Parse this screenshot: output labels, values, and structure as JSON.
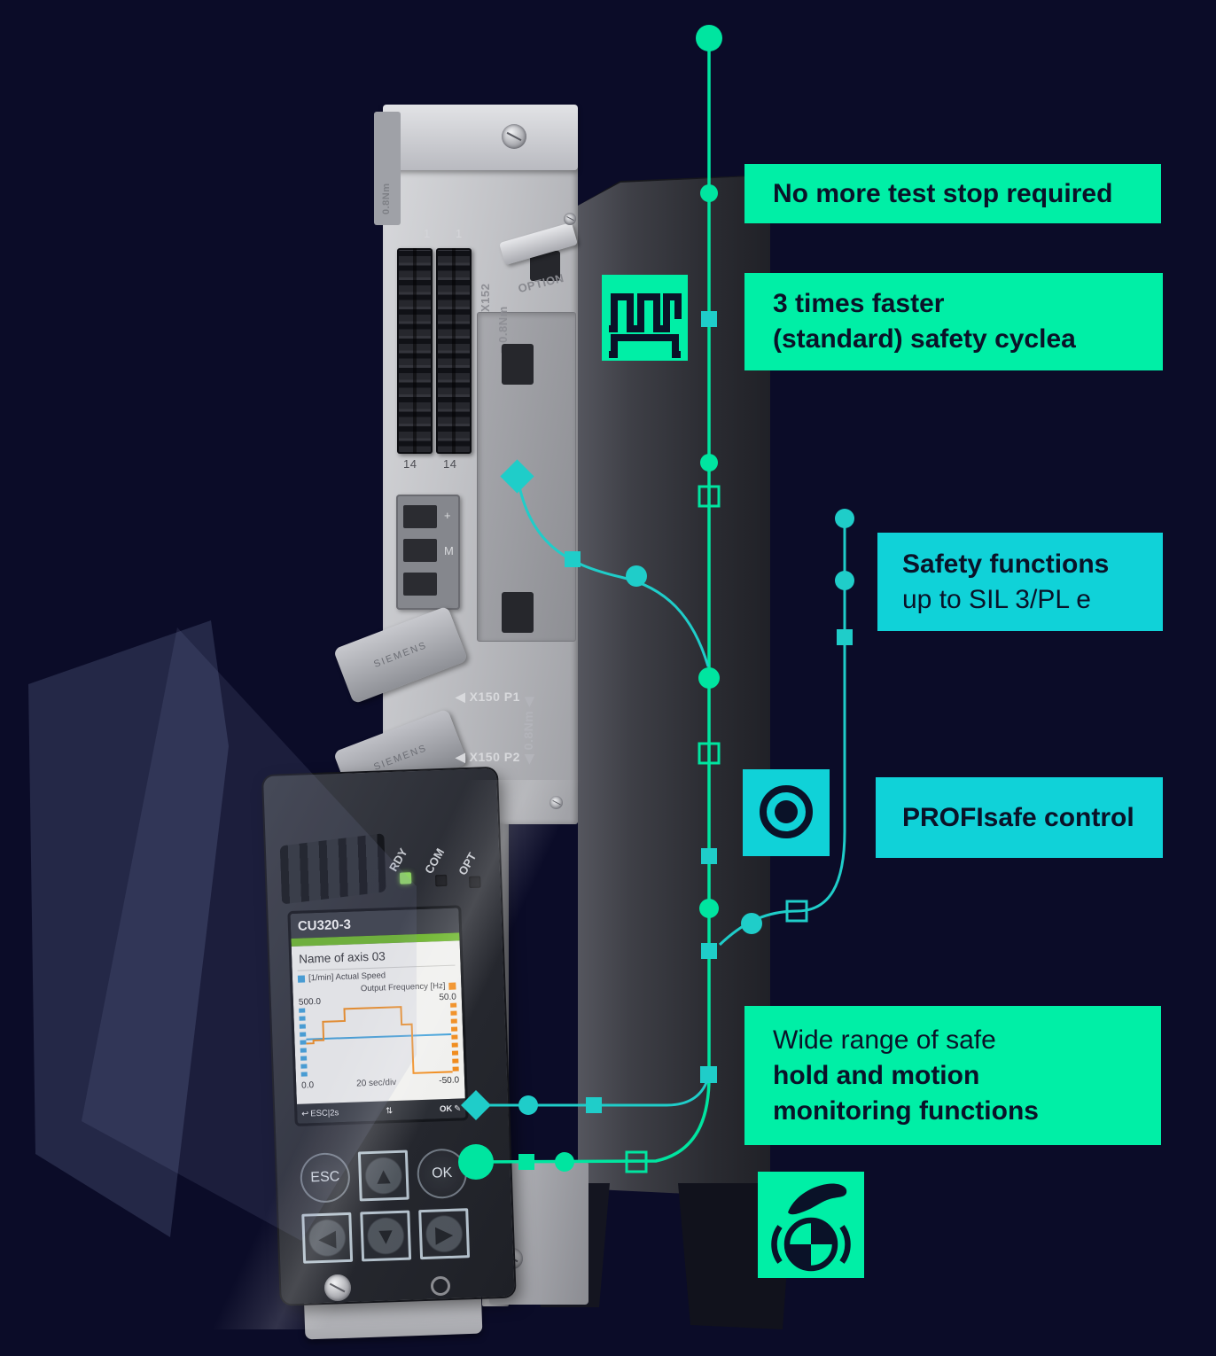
{
  "colors": {
    "mint": "#00efa6",
    "cyan": "#10d2d8",
    "line_mint": "#00e5a0",
    "line_cyan": "#1fcdc9",
    "callout_text": "#0a1228",
    "siemens_green": "#6cb52b",
    "series_blue": "#3f9fd8",
    "series_orange": "#f08c1e",
    "led_green": "#8ed463"
  },
  "callouts": {
    "test_stop": {
      "line1": "No more test stop required"
    },
    "safety_cycle": {
      "line1": "3 times faster",
      "line2": "(standard) safety cyclea"
    },
    "sil": {
      "line1": "Safety functions",
      "line2": "up to SIL 3/PL e"
    },
    "profisafe": {
      "line1": "PROFIsafe control"
    },
    "hold_motion": {
      "line1": "Wide range of safe",
      "line2": "hold and motion",
      "line3": "monitoring functions"
    }
  },
  "device": {
    "bracket_torque": "0.8Nm",
    "terminal": {
      "pin_first": "1",
      "pin_last": "14",
      "port": "X152",
      "torque": "▿ 0.8Nm",
      "option": "OPTION"
    },
    "power": {
      "plus": "+",
      "minus": "M"
    },
    "ports": {
      "p1": "◀ X150 P1",
      "p2": "◀ X150 P2",
      "torque": "◀ 0.8Nm ◀",
      "brand": "SIEMENS"
    },
    "leds": [
      {
        "label": "RDY",
        "on": true
      },
      {
        "label": "COM",
        "on": false
      },
      {
        "label": "OPT",
        "on": false
      }
    ],
    "display": {
      "title": "CU320-3",
      "axis_name": "Name of axis 03",
      "legend_left": "[1/min] Actual Speed",
      "legend_right": "Output Frequency [Hz]",
      "y_left_max": "500.0",
      "y_right_max": "50.0",
      "y_left_min": "0.0",
      "x_scale": "20 sec/div",
      "y_right_min": "-50.0",
      "softkeys": {
        "back": "↩",
        "esc": "ESC|2s",
        "scroll": "⇅",
        "ok": "OK",
        "edit": "✎"
      }
    },
    "keypad": {
      "esc": "ESC",
      "ok": "OK",
      "up": "▲",
      "down": "▼",
      "left": "◀",
      "right": "▶"
    }
  },
  "chart_data": {
    "type": "line",
    "title": "Name of axis 03",
    "x_scale": "20 sec/div",
    "axes": {
      "left": {
        "label": "Actual Speed [1/min]",
        "min": 0,
        "max": 500
      },
      "right": {
        "label": "Output Frequency [Hz]",
        "min": -50,
        "max": 50
      }
    },
    "series": [
      {
        "name": "Actual Speed",
        "axis": "left",
        "color": "#3f9fd8",
        "step_points": [
          [
            0,
            280
          ],
          [
            1,
            280
          ]
        ]
      },
      {
        "name": "Output Frequency",
        "axis": "right",
        "color": "#f08c1e",
        "step_points": [
          [
            0,
            0
          ],
          [
            0.05,
            0
          ],
          [
            0.05,
            4
          ],
          [
            0.12,
            4
          ],
          [
            0.12,
            30
          ],
          [
            0.27,
            30
          ],
          [
            0.27,
            47
          ],
          [
            0.66,
            47
          ],
          [
            0.66,
            22
          ],
          [
            0.73,
            22
          ],
          [
            0.73,
            -47
          ],
          [
            1,
            -47
          ]
        ]
      }
    ]
  }
}
